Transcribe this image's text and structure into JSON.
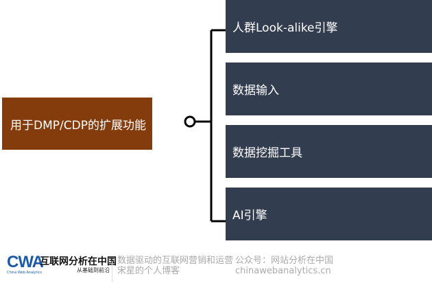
{
  "root": {
    "label": "用于DMP/CDP的扩展功能",
    "color": "#843C0C"
  },
  "branches": [
    {
      "label": "人群Look-alike引擎"
    },
    {
      "label": "数据输入"
    },
    {
      "label": "数据挖掘工具"
    },
    {
      "label": "AI引擎"
    }
  ],
  "branch_color": "#333D50",
  "footer": {
    "logo": "CWA",
    "logo_sub": "China Web Analytics",
    "logo_cn": "互联网分析在中国",
    "logo_slogan": "从基础到前沿",
    "tagline_1": "数据驱动的互联网营销和运营",
    "tagline_2": "宋星的个人博客",
    "wechat": "公众号：网站分析在中国",
    "site": "chinawebanalytics.cn"
  }
}
